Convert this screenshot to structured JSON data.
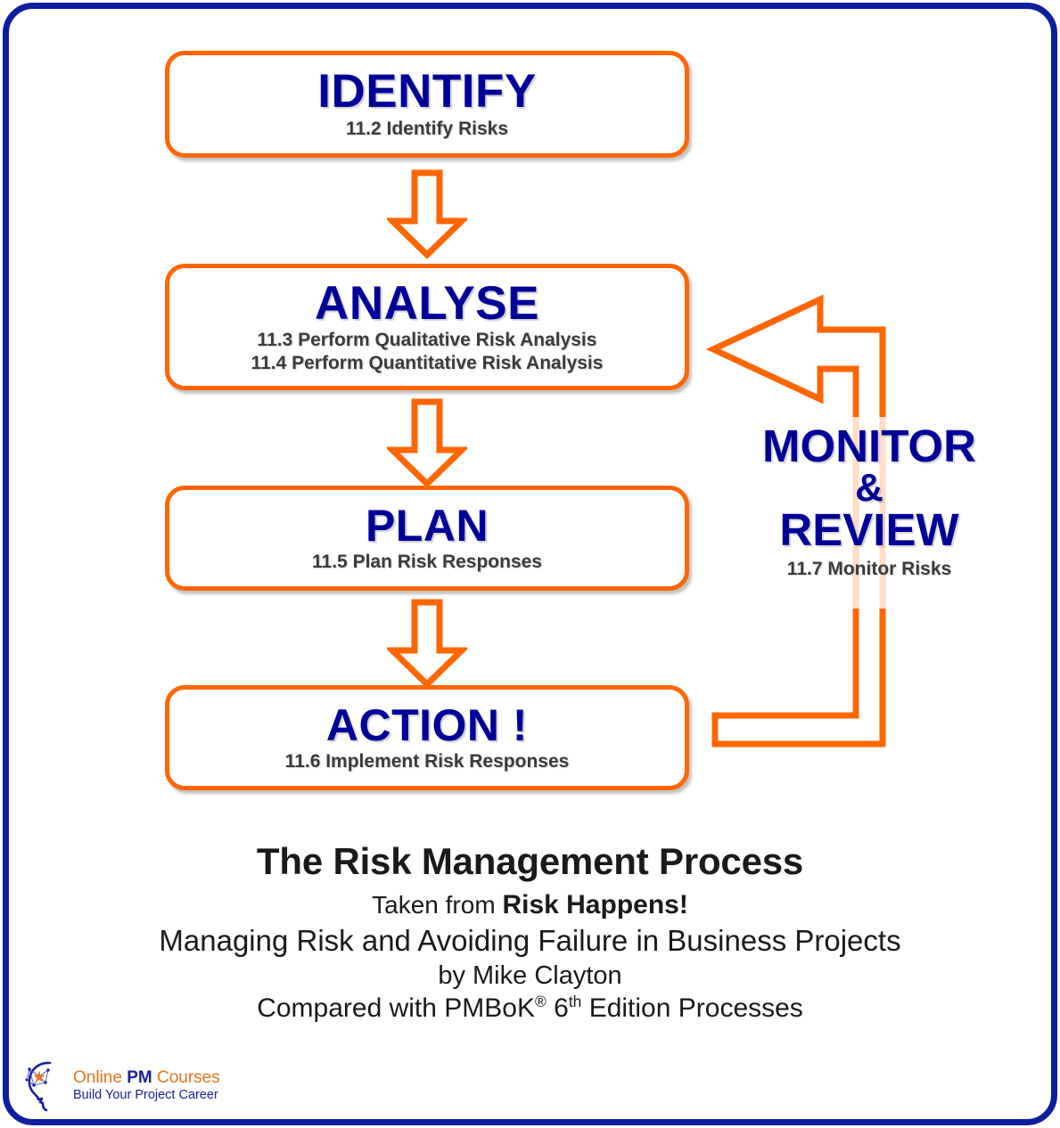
{
  "frame": {
    "border_color": "#0d1f9c",
    "background": "#ffffff"
  },
  "colors": {
    "accent_orange": "#FF6600",
    "title_navy": "#000099",
    "subtitle_gray": "#3b3b3b",
    "frame_blue": "#0d1f9c"
  },
  "process": {
    "steps": [
      {
        "title": "IDENTIFY",
        "subtitle": "11.2 Identify  Risks"
      },
      {
        "title": "ANALYSE",
        "subtitle_1": "11.3 Perform Qualitative Risk Analysis",
        "subtitle_2": "11.4 Perform Quantitative Risk Analysis"
      },
      {
        "title": "PLAN",
        "subtitle": "11.5 Plan Risk Responses"
      },
      {
        "title": "ACTION !",
        "subtitle": "11.6 Implement Risk Responses"
      }
    ]
  },
  "monitor_review": {
    "line_1": "MONITOR",
    "ampersand": "&",
    "line_2": "REVIEW",
    "subtitle": "11.7 Monitor  Risks"
  },
  "caption": {
    "title": "The Risk Management Process",
    "taken_from_prefix": "Taken from ",
    "book_title": "Risk Happens!",
    "book_subtitle": "Managing Risk and Avoiding Failure in Business Projects",
    "author": "by Mike  Clayton",
    "compared_prefix": "Compared  with  PMBoK",
    "compared_reg": "®",
    "compared_edition_number": " 6",
    "compared_edition_sup": "th",
    "compared_suffix": " Edition  Processes"
  },
  "logo": {
    "name_part_1": "Online ",
    "name_part_2": "PM",
    "name_part_3": " Courses",
    "tagline": "Build Your Project Career",
    "mark_color_head": "#1a1f9c",
    "mark_color_star": "#E8741C"
  },
  "chart_data": {
    "type": "diagram",
    "title": "The Risk Management Process",
    "nodes": [
      {
        "id": "identify",
        "label": "IDENTIFY",
        "detail": "11.2 Identify Risks"
      },
      {
        "id": "analyse",
        "label": "ANALYSE",
        "detail": "11.3 Perform Qualitative Risk Analysis; 11.4 Perform Quantitative Risk Analysis"
      },
      {
        "id": "plan",
        "label": "PLAN",
        "detail": "11.5 Plan Risk Responses"
      },
      {
        "id": "action",
        "label": "ACTION !",
        "detail": "11.6 Implement Risk Responses"
      },
      {
        "id": "monitor",
        "label": "MONITOR & REVIEW",
        "detail": "11.7 Monitor Risks"
      }
    ],
    "edges": [
      {
        "from": "identify",
        "to": "analyse",
        "style": "block-arrow-down"
      },
      {
        "from": "analyse",
        "to": "plan",
        "style": "block-arrow-down"
      },
      {
        "from": "plan",
        "to": "action",
        "style": "block-arrow-down"
      },
      {
        "from": "action",
        "to": "analyse",
        "style": "block-arrow-feedback-loop",
        "label": "MONITOR & REVIEW"
      }
    ]
  }
}
